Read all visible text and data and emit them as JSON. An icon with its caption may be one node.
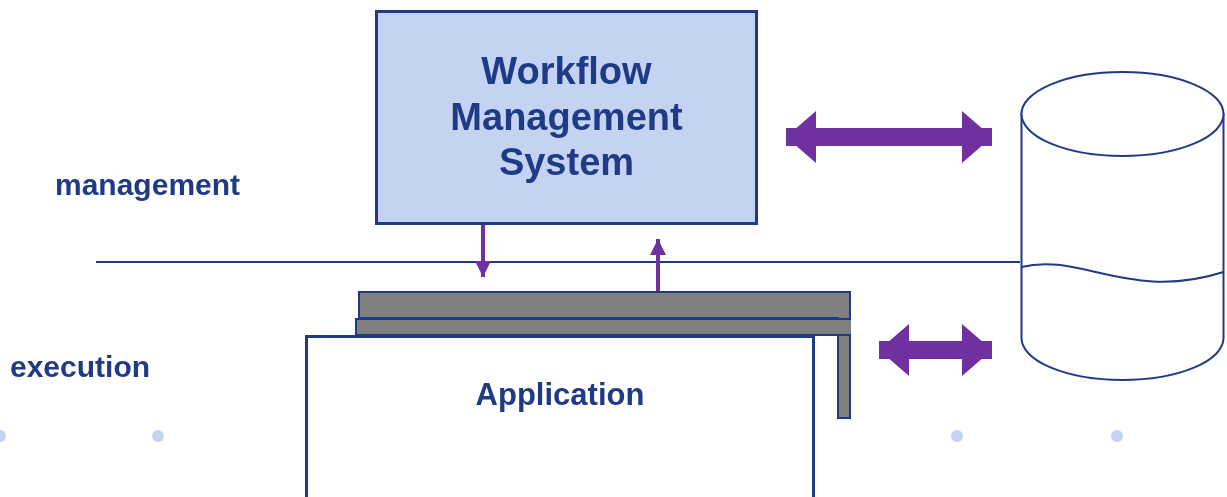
{
  "diagram": {
    "nodes": [
      {
        "text": [
          "Workflow Management System"
        ]
      },
      {
        "text": [],
        "shape": "cylinder"
      },
      {
        "text": [
          "Application"
        ]
      }
    ],
    "edges": [
      {
        "from": 0,
        "to": 1,
        "arrow": "both",
        "style": "thick"
      },
      {
        "from": 0,
        "to": 2,
        "arrow": "to"
      },
      {
        "from": 2,
        "to": 0,
        "arrow": "to"
      },
      {
        "from": 2,
        "to": 1,
        "arrow": "both",
        "style": "thick"
      }
    ],
    "labels": [
      "management",
      "execution"
    ]
  }
}
